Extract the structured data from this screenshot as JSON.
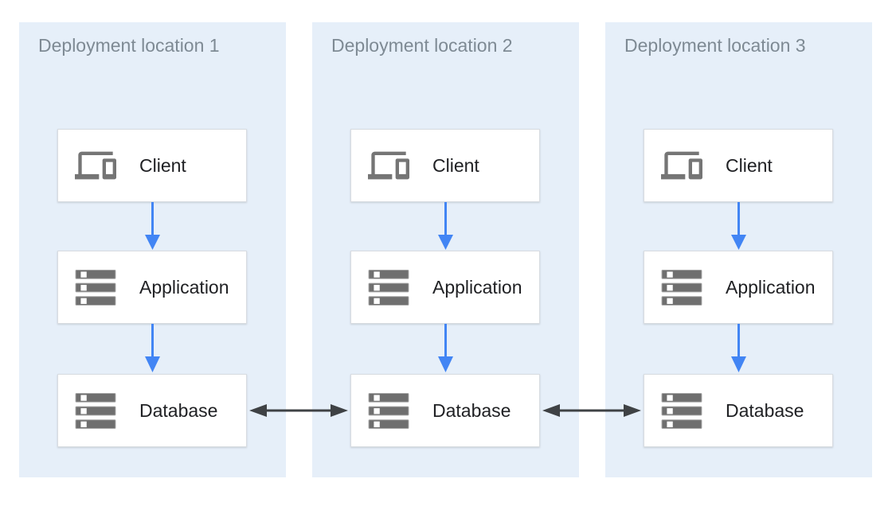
{
  "diagram": {
    "panels": [
      {
        "title": "Deployment location 1",
        "nodes": [
          {
            "label": "Client",
            "icon": "devices-icon"
          },
          {
            "label": "Application",
            "icon": "server-icon"
          },
          {
            "label": "Database",
            "icon": "server-icon"
          }
        ]
      },
      {
        "title": "Deployment location 2",
        "nodes": [
          {
            "label": "Client",
            "icon": "devices-icon"
          },
          {
            "label": "Application",
            "icon": "server-icon"
          },
          {
            "label": "Database",
            "icon": "server-icon"
          }
        ]
      },
      {
        "title": "Deployment location 3",
        "nodes": [
          {
            "label": "Client",
            "icon": "devices-icon"
          },
          {
            "label": "Application",
            "icon": "server-icon"
          },
          {
            "label": "Database",
            "icon": "server-icon"
          }
        ]
      }
    ],
    "arrows": {
      "flow_description": "Client to Application to Database (downward, blue)",
      "replication_description": "Database to Database between locations (bidirectional, dark gray)"
    },
    "colors": {
      "panel_bg": "#e6eff9",
      "node_bg": "#ffffff",
      "node_border": "#d8dce1",
      "title_text": "#7e8a94",
      "label_text": "#202124",
      "icon_gray": "#757575",
      "flow_arrow_blue": "#4285f4",
      "replication_arrow_dark": "#3f4245"
    }
  }
}
